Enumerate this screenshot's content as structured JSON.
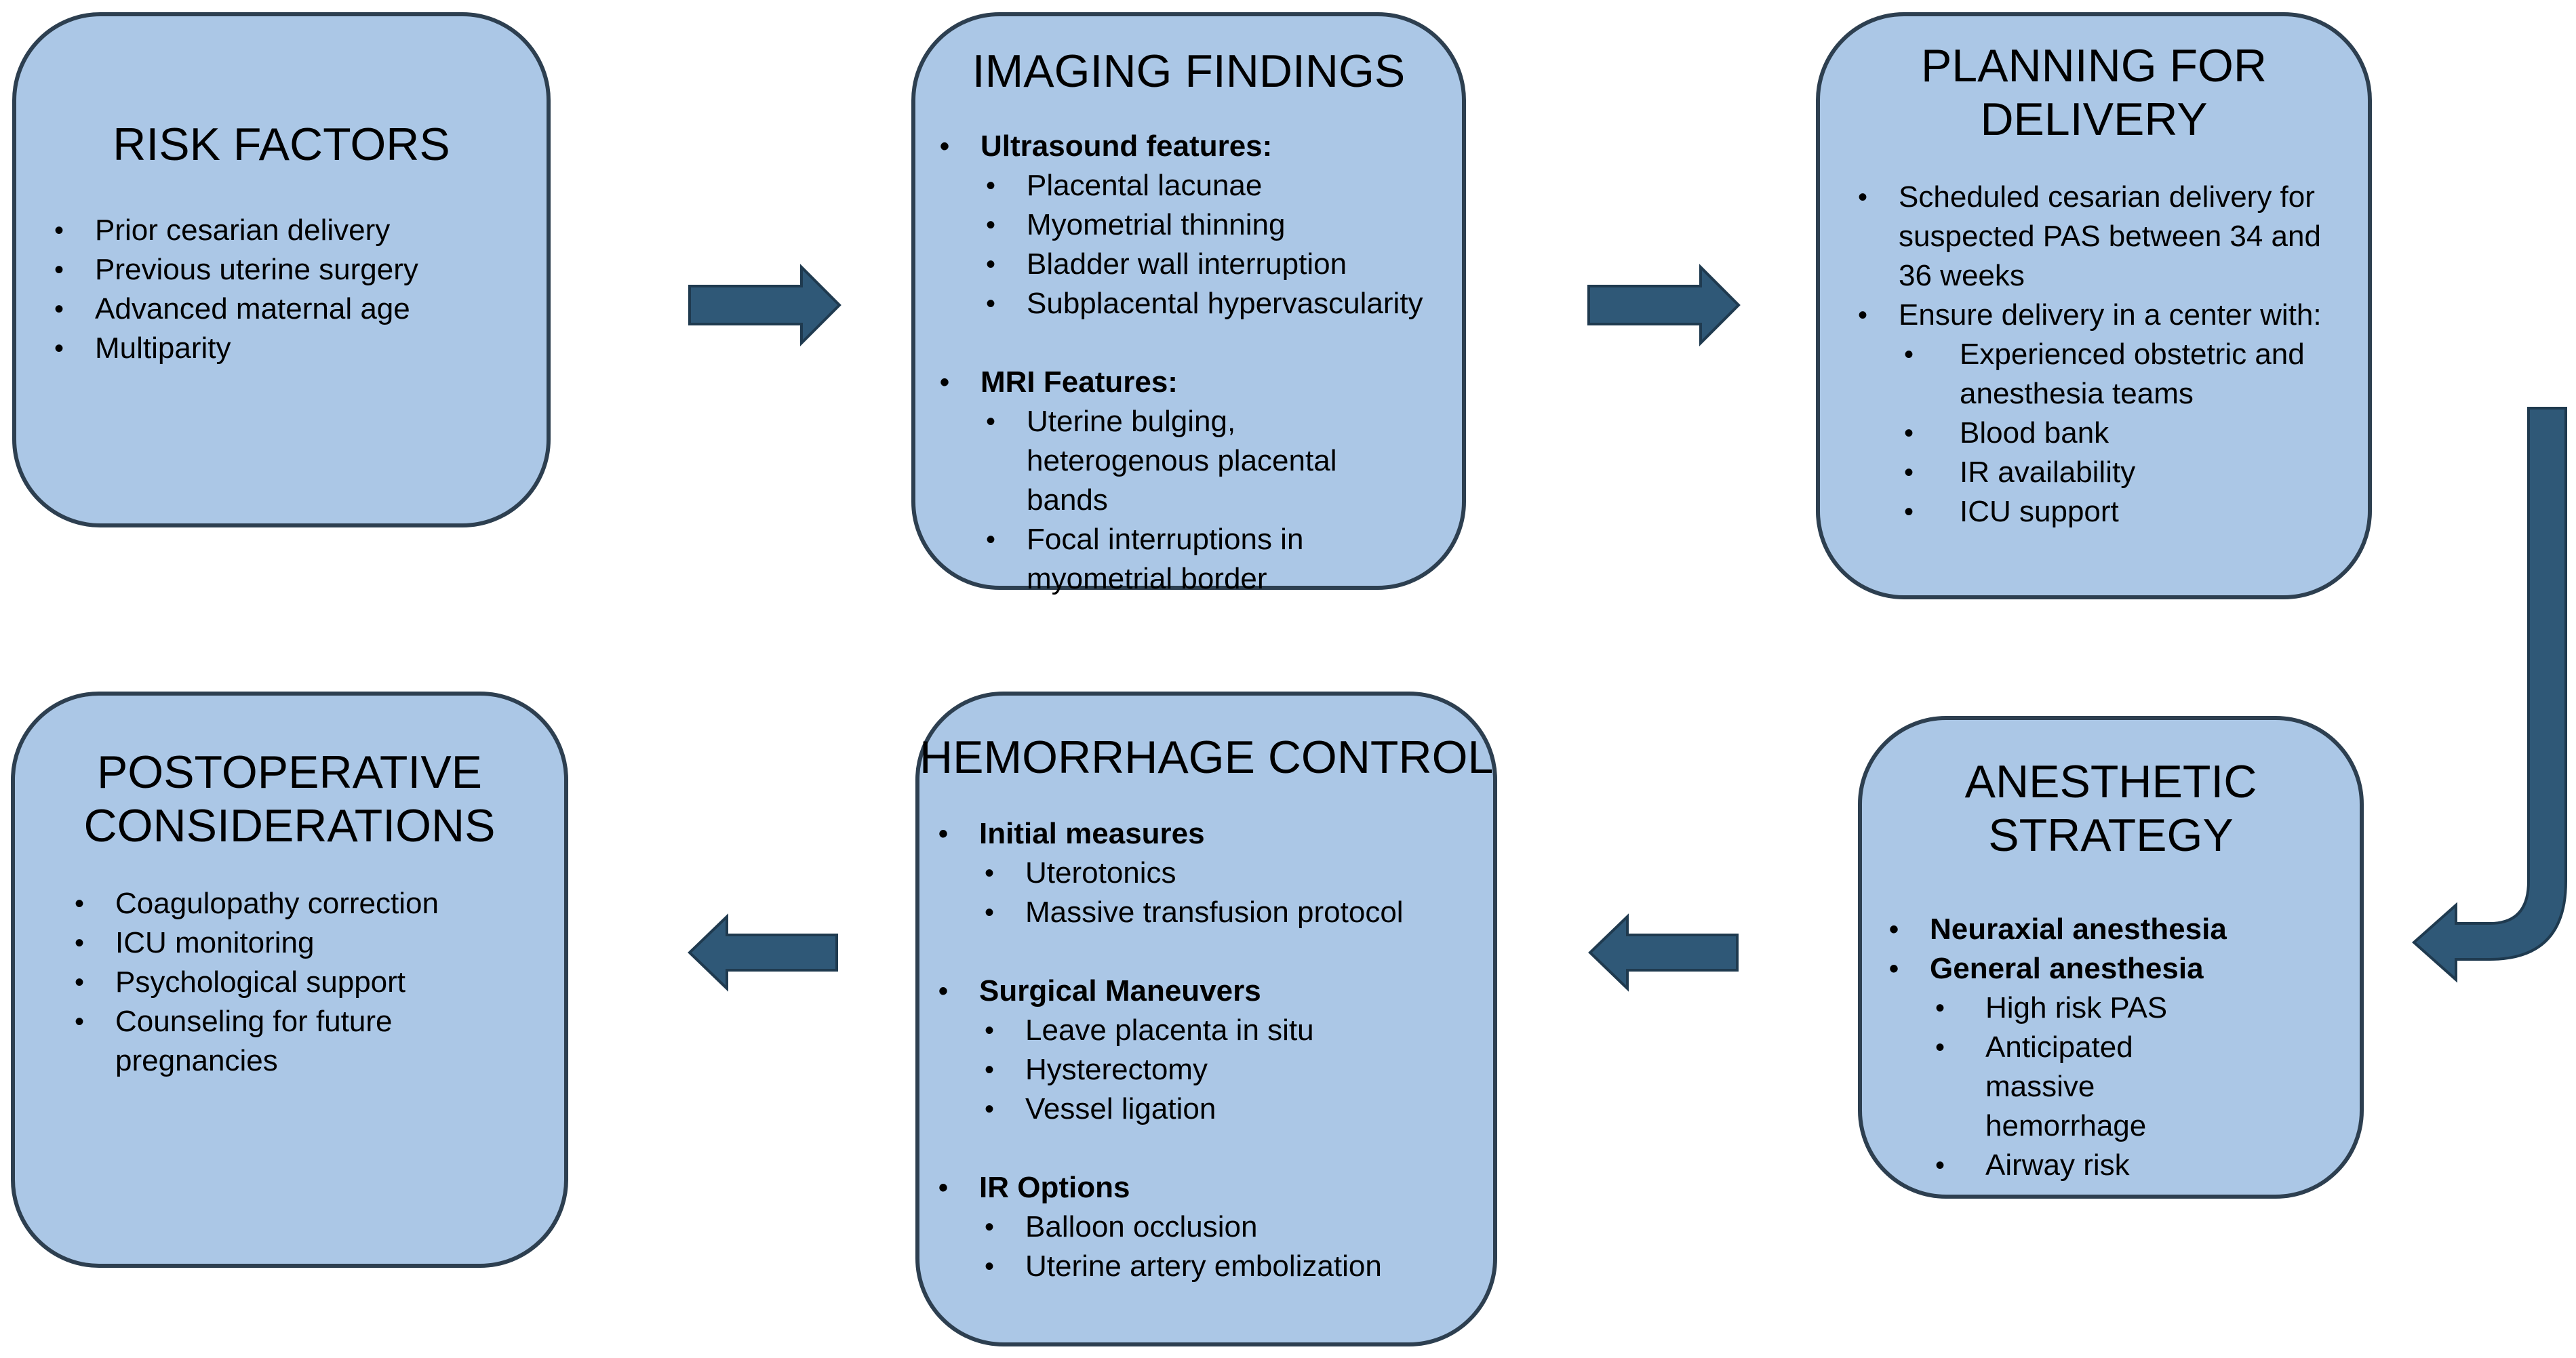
{
  "risk_factors": {
    "title": "RISK FACTORS",
    "items": [
      "Prior cesarian delivery",
      "Previous uterine surgery",
      "Advanced maternal age",
      "Multiparity"
    ]
  },
  "imaging_findings": {
    "title": "IMAGING FINDINGS",
    "ultrasound": {
      "heading": "Ultrasound features:",
      "items": [
        "Placental lacunae",
        "Myometrial thinning",
        "Bladder wall interruption",
        "Subplacental hypervascularity"
      ]
    },
    "mri": {
      "heading": "MRI Features:",
      "items": [
        "Uterine bulging, heterogenous placental bands",
        "Focal interruptions in myometrial border"
      ]
    }
  },
  "planning": {
    "title_line1": "PLANNING FOR",
    "title_line2": "DELIVERY",
    "item1": "Scheduled cesarian delivery for suspected PAS between 34 and 36 weeks",
    "item2": "Ensure delivery in a center with:",
    "subitems": [
      "Experienced obstetric and anesthesia teams",
      "Blood bank",
      "IR availability",
      "ICU support"
    ]
  },
  "anesthetic": {
    "title_line1": "ANESTHETIC",
    "title_line2": "STRATEGY",
    "item1": "Neuraxial anesthesia",
    "item2": "General anesthesia",
    "subitems": [
      "High risk PAS",
      "Anticipated massive hemorrhage",
      "Airway risk"
    ]
  },
  "hemorrhage": {
    "title": "HEMORRHAGE CONTROL",
    "initial": {
      "heading": "Initial measures",
      "items": [
        "Uterotonics",
        "Massive transfusion protocol"
      ]
    },
    "surgical": {
      "heading": "Surgical Maneuvers",
      "items": [
        "Leave placenta in situ",
        "Hysterectomy",
        "Vessel ligation"
      ]
    },
    "ir": {
      "heading": "IR Options",
      "items": [
        "Balloon occlusion",
        "Uterine artery embolization"
      ]
    }
  },
  "postoperative": {
    "title_line1": "POSTOPERATIVE",
    "title_line2": "CONSIDERATIONS",
    "items": [
      "Coagulopathy correction",
      "ICU monitoring",
      "Psychological support",
      "Counseling for future pregnancies"
    ]
  },
  "colors": {
    "box_fill": "#abc7e6",
    "box_border": "#2d3f50",
    "arrow_fill": "#2f5877",
    "arrow_stroke": "#1f3a4f"
  }
}
